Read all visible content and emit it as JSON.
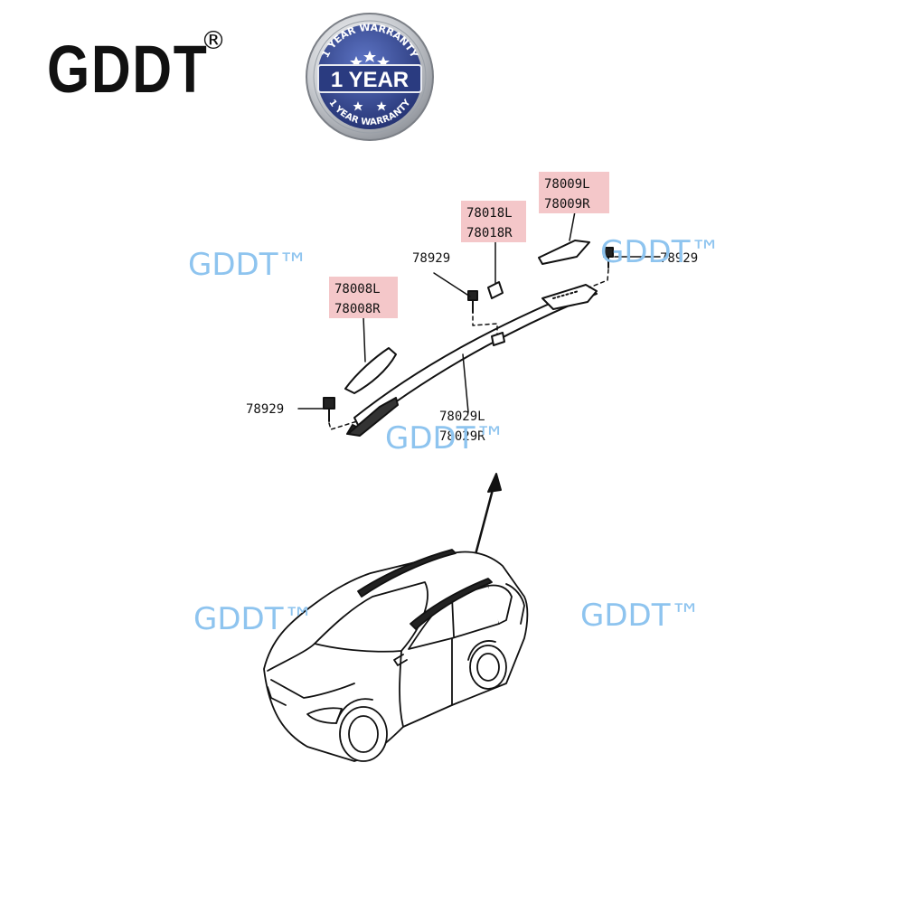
{
  "brand": {
    "name": "GDDT",
    "registered_mark": "®"
  },
  "warranty_badge": {
    "top_text": "1 YEAR WARRANTY",
    "center_text": "1 YEAR",
    "bottom_text": "1 YEAR WARRANTY"
  },
  "watermark_text": "GDDT™",
  "part_labels": {
    "p78009L": "78009L",
    "p78009R": "78009R",
    "p78018L": "78018L",
    "p78018R": "78018R",
    "p78008L": "78008L",
    "p78008R": "78008R",
    "p78029L": "78029L",
    "p78029R": "78029R",
    "bolt": "78929"
  },
  "colors": {
    "label_highlight": "#f4c7c9",
    "watermark": "#8ec4ef",
    "badge_blue": "#2d3f86"
  }
}
